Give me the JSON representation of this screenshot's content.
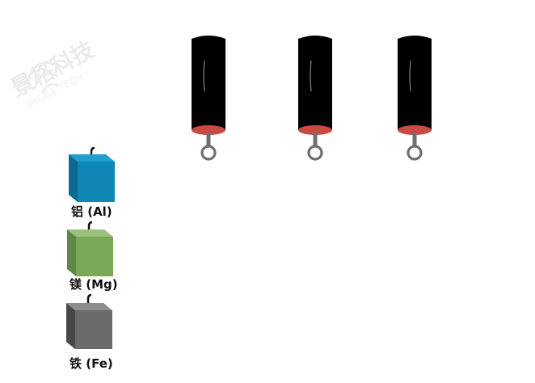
{
  "watermark": {
    "brand_text": "景格科技",
    "brand_subtext": "JINGGE TECH"
  },
  "scales": [
    {
      "id": "scale-1"
    },
    {
      "id": "scale-2"
    },
    {
      "id": "scale-3"
    }
  ],
  "metals": [
    {
      "label": "铝 (Al)",
      "color": "#0f86b3"
    },
    {
      "label": "镁 (Mg)",
      "color": "#79a957"
    },
    {
      "label": "铁 (Fe)",
      "color": "#6a6a6a"
    }
  ],
  "colors": {
    "scale_body": "#000000",
    "scale_bottom": "#c94a43",
    "hook": "#6f6f6f"
  }
}
